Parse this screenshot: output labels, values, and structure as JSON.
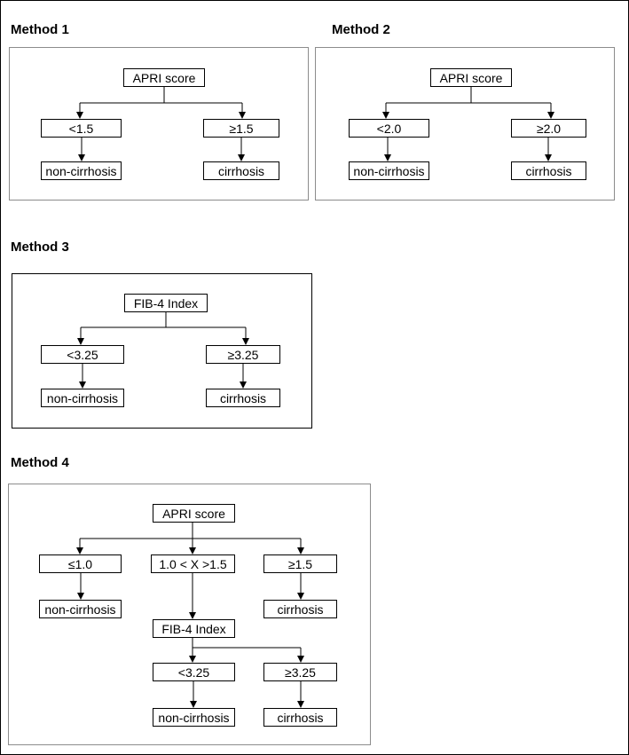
{
  "methods": [
    {
      "heading": "Method 1",
      "root": "APRI score",
      "left_threshold": "<1.5",
      "right_threshold": "≥1.5",
      "left_outcome": "non-cirrhosis",
      "right_outcome": "cirrhosis"
    },
    {
      "heading": "Method 2",
      "root": "APRI score",
      "left_threshold": "<2.0",
      "right_threshold": "≥2.0",
      "left_outcome": "non-cirrhosis",
      "right_outcome": "cirrhosis"
    },
    {
      "heading": "Method 3",
      "root": "FIB-4 Index",
      "left_threshold": "<3.25",
      "right_threshold": "≥3.25",
      "left_outcome": "non-cirrhosis",
      "right_outcome": "cirrhosis"
    }
  ],
  "method4": {
    "heading": "Method 4",
    "root": "APRI score",
    "left_threshold": "≤1.0",
    "middle_threshold": "1.0 < X >1.5",
    "right_threshold": "≥1.5",
    "left_outcome": "non-cirrhosis",
    "right_outcome": "cirrhosis",
    "second_test": "FIB-4 Index",
    "second_left_threshold": "<3.25",
    "second_right_threshold": "≥3.25",
    "second_left_outcome": "non-cirrhosis",
    "second_right_outcome": "cirrhosis"
  },
  "colors": {
    "panel_border_grey": "#8c8c8c",
    "line": "#000000"
  }
}
